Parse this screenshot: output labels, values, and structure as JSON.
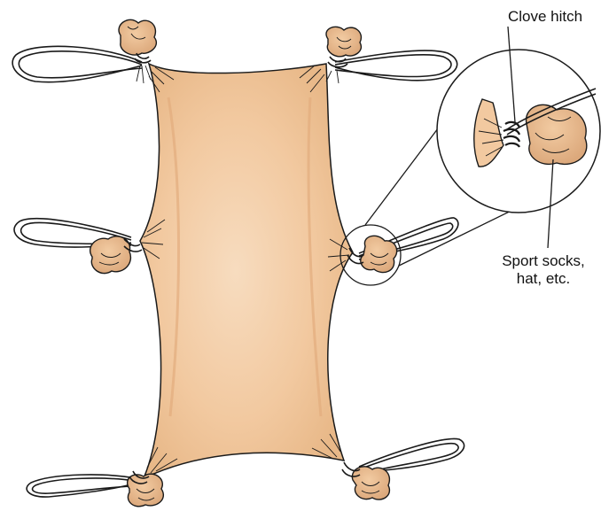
{
  "labels": {
    "clove_hitch": "Clove hitch",
    "sport_socks_line1": "Sport socks,",
    "sport_socks_line2": "hat, etc."
  },
  "colors": {
    "tarp_fill": "#f2c9a0",
    "tarp_highlight": "#f7dcbf",
    "tarp_shadow": "#e2ad7e",
    "knot_fill": "#e8b888",
    "outline": "#1a1a1a",
    "background": "#ffffff"
  },
  "icons": {
    "knot": "bunched-fabric-knot",
    "rope": "rope-loop",
    "callout": "magnifier-circle"
  }
}
